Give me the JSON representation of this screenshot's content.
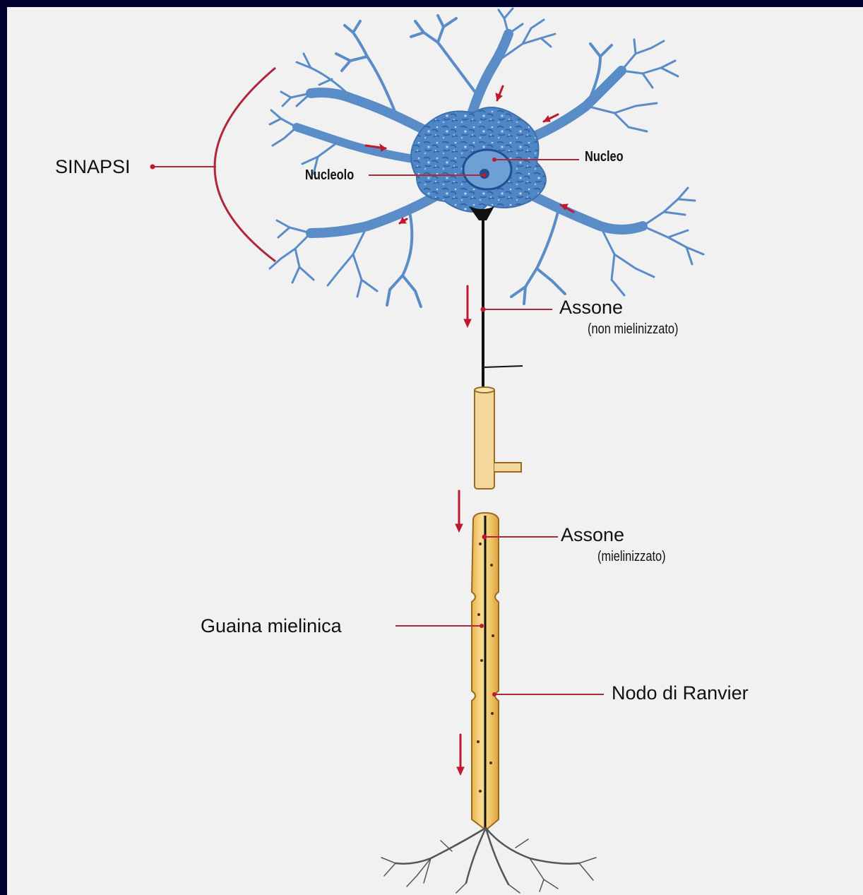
{
  "labels": {
    "sinapsi": "SINAPSI",
    "nucleo": "Nucleo",
    "nucleolo": "Nucleolo",
    "assone_top": "Assone",
    "assone_top_sub": "(non mielinizzato)",
    "assone_bottom": "Assone",
    "assone_bottom_sub": "(mielinizzato)",
    "guaina": "Guaina mielinica",
    "nodo": "Nodo di Ranvier"
  },
  "colors": {
    "background_frame": "#000030",
    "paper": "#f1f1f1",
    "cell_body": "#4f86c6",
    "dendrite": "#5a8cc8",
    "axon": "#111111",
    "myelin": "#f1c86a",
    "myelin_light": "#f7dfa2",
    "leader_line": "#b0263a",
    "arrow": "#c0182e"
  }
}
